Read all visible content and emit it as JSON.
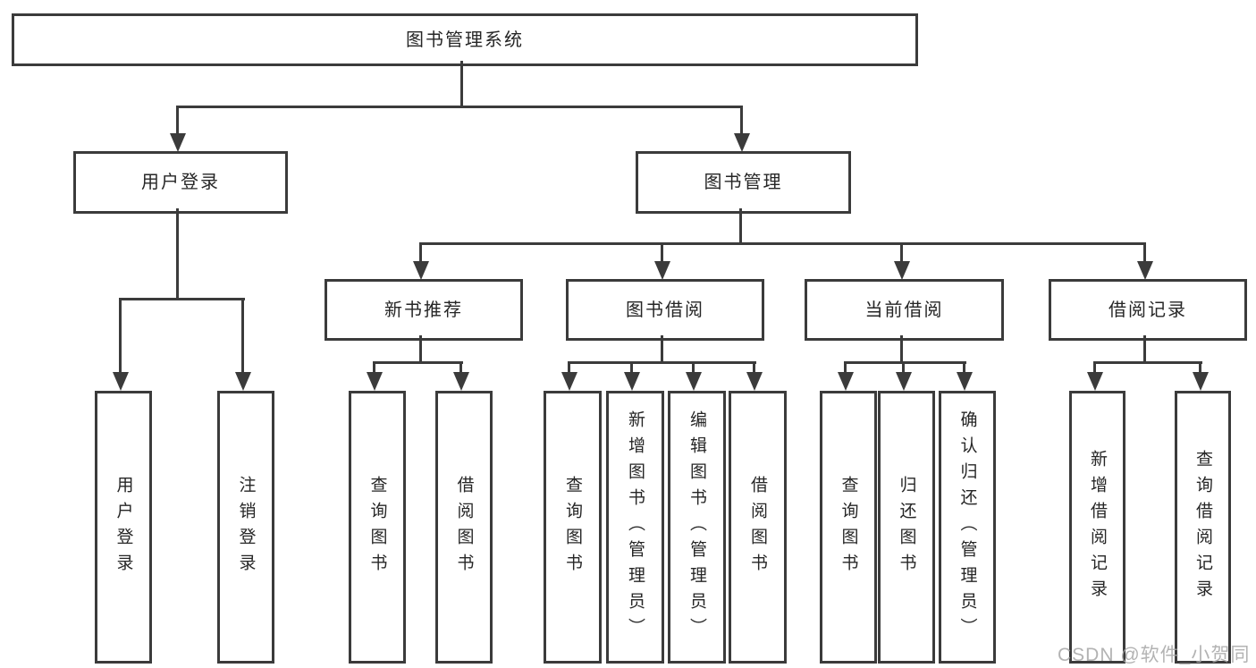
{
  "diagram": {
    "root": {
      "label": "图书管理系统"
    },
    "branches": [
      {
        "label": "用户登录",
        "children": [
          {
            "label": "用户登录"
          },
          {
            "label": "注销登录"
          }
        ]
      },
      {
        "label": "图书管理",
        "children": [
          {
            "label": "新书推荐",
            "children": [
              {
                "label": "查询图书"
              },
              {
                "label": "借阅图书"
              }
            ]
          },
          {
            "label": "图书借阅",
            "children": [
              {
                "label": "查询图书"
              },
              {
                "label": "新增图书（管理员）"
              },
              {
                "label": "编辑图书（管理员）"
              },
              {
                "label": "借阅图书"
              }
            ]
          },
          {
            "label": "当前借阅",
            "children": [
              {
                "label": "查询图书"
              },
              {
                "label": "归还图书"
              },
              {
                "label": "确认归还（管理员）"
              }
            ]
          },
          {
            "label": "借阅记录",
            "children": [
              {
                "label": "新增借阅记录"
              },
              {
                "label": "查询借阅记录"
              }
            ]
          }
        ]
      }
    ]
  },
  "watermark": {
    "text": "CSDN @软件_小贺同学"
  },
  "colors": {
    "line": "#3b3b3b",
    "text": "#262626",
    "background": "#ffffff",
    "watermark": "#a6a6a6"
  }
}
